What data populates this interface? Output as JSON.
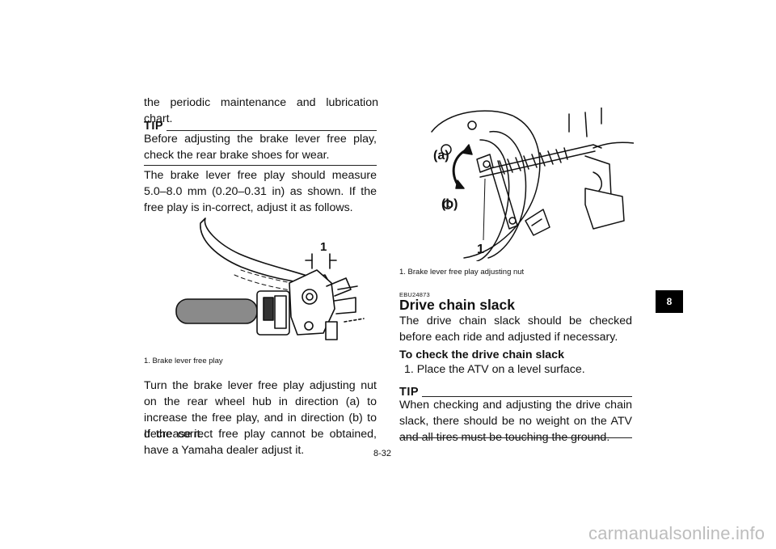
{
  "left_column": {
    "intro_line": "the periodic maintenance and lubrication chart.",
    "tip1": {
      "label": "TIP",
      "text": "Before adjusting the brake lever free play, check the rear brake shoes for wear."
    },
    "spec_text": "The brake lever free play should measure 5.0–8.0 mm (0.20–0.31 in) as shown. If the free play is in-correct, adjust it as follows.",
    "figure1": {
      "callout": "1",
      "caption": "1.  Brake lever free play"
    },
    "adjust_text_1": "Turn the brake lever free play adjusting nut on the rear wheel hub in direction (a) to increase the free play, and in direction (b) to decrease it.",
    "adjust_text_2": "If the correct free play cannot be obtained, have a Yamaha dealer adjust it."
  },
  "right_column": {
    "figure2": {
      "label_a": "(a)",
      "label_b": "(b)",
      "callout": "1",
      "caption": "1.  Brake lever free play adjusting nut"
    },
    "section_code": "EBU24873",
    "heading": "Drive chain slack",
    "intro": "The drive chain slack should be checked before each ride and adjusted if necessary.",
    "subheading": "To check the drive chain slack",
    "step1": "1.  Place the ATV on a level surface.",
    "tip2": {
      "label": "TIP",
      "text": "When checking and adjusting the drive chain slack, there should be no weight on the ATV and all tires must be touching the ground."
    }
  },
  "chapter_tab": "8",
  "page_number": "8-32",
  "watermark": "carmanualsonline.info"
}
